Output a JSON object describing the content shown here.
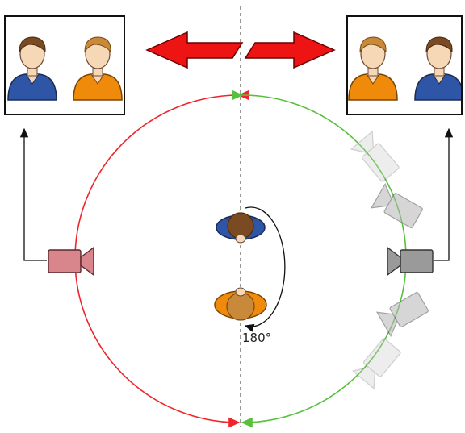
{
  "diagram": {
    "angle_label": "180°",
    "colors": {
      "red_side": "#f0242a",
      "green_side": "#58c03c",
      "arrow_fill": "#ee1414",
      "blue_shirt": "#2f56a6",
      "orange_shirt": "#f08a0a",
      "hair": "#7a4a22",
      "skin": "#f6d7b6",
      "camera_red": "#d8868c",
      "camera_grey": "#9a9a9a",
      "axis": "#999999"
    },
    "icons": {
      "left_frame": "two-person-shot-blue-left",
      "right_frame": "two-person-shot-orange-left",
      "red_camera": "camera-icon",
      "grey_camera": "camera-icon",
      "top_person": "blue-person-top-view",
      "bottom_person": "orange-person-top-view",
      "double_arrow": "double-arrow-icon"
    }
  }
}
